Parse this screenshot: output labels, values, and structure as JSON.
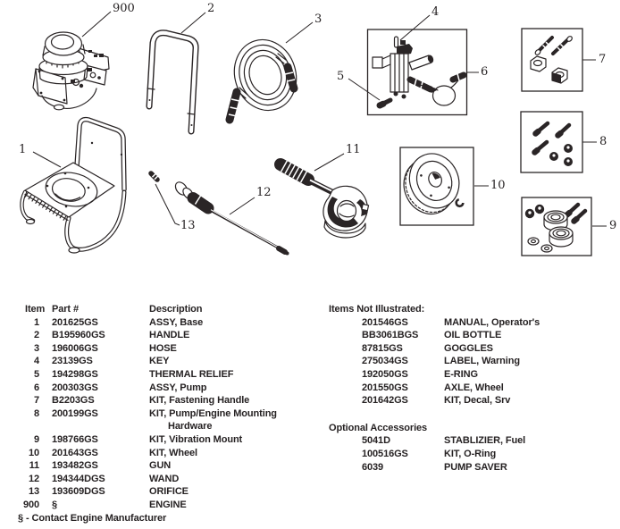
{
  "colors": {
    "ink": "#262223",
    "background": "#ffffff"
  },
  "diagram": {
    "callouts": {
      "c1": "1",
      "c2": "2",
      "c3": "3",
      "c4": "4",
      "c5": "5",
      "c6": "6",
      "c7": "7",
      "c8": "8",
      "c9": "9",
      "c10": "10",
      "c11": "11",
      "c12": "12",
      "c13": "13",
      "c900": "900"
    }
  },
  "parts_table": {
    "headers": {
      "item": "Item",
      "part": "Part #",
      "desc": "Description"
    },
    "rows": [
      {
        "item": "1",
        "part": "201625GS",
        "desc": [
          "ASSY, Base"
        ]
      },
      {
        "item": "2",
        "part": "B195960GS",
        "desc": [
          "HANDLE"
        ]
      },
      {
        "item": "3",
        "part": "196006GS",
        "desc": [
          "HOSE"
        ]
      },
      {
        "item": "4",
        "part": "23139GS",
        "desc": [
          "KEY"
        ]
      },
      {
        "item": "5",
        "part": "194298GS",
        "desc": [
          "THERMAL RELIEF"
        ]
      },
      {
        "item": "6",
        "part": "200303GS",
        "desc": [
          "ASSY, Pump"
        ]
      },
      {
        "item": "7",
        "part": "B2203GS",
        "desc": [
          "KIT, Fastening Handle"
        ]
      },
      {
        "item": "8",
        "part": "200199GS",
        "desc": [
          "KIT, Pump/Engine Mounting",
          "Hardware"
        ]
      },
      {
        "item": "9",
        "part": "198766GS",
        "desc": [
          "KIT, Vibration Mount"
        ]
      },
      {
        "item": "10",
        "part": "201643GS",
        "desc": [
          "KIT, Wheel"
        ]
      },
      {
        "item": "11",
        "part": "193482GS",
        "desc": [
          "GUN"
        ]
      },
      {
        "item": "12",
        "part": "194344DGS",
        "desc": [
          "WAND"
        ]
      },
      {
        "item": "13",
        "part": "193609DGS",
        "desc": [
          "ORIFICE"
        ]
      },
      {
        "item": "900",
        "part": "§",
        "desc": [
          "ENGINE"
        ]
      }
    ],
    "footnote": "§ - Contact Engine Manufacturer"
  },
  "not_illustrated": {
    "title": "Items Not Illustrated:",
    "rows": [
      {
        "part": "201546GS",
        "desc": "MANUAL, Operator's"
      },
      {
        "part": "BB3061BGS",
        "desc": "OIL BOTTLE"
      },
      {
        "part": "87815GS",
        "desc": "GOGGLES"
      },
      {
        "part": "275034GS",
        "desc": "LABEL, Warning"
      },
      {
        "part": "192050GS",
        "desc": "E-RING"
      },
      {
        "part": "201550GS",
        "desc": "AXLE, Wheel"
      },
      {
        "part": "201642GS",
        "desc": "KIT, Decal, Srv"
      }
    ]
  },
  "optional_accessories": {
    "title": "Optional Accessories",
    "rows": [
      {
        "part": "5041D",
        "desc": "STABLIZIER, Fuel"
      },
      {
        "part": "100516GS",
        "desc": "KIT, O-Ring"
      },
      {
        "part": "6039",
        "desc": "PUMP SAVER"
      }
    ]
  }
}
